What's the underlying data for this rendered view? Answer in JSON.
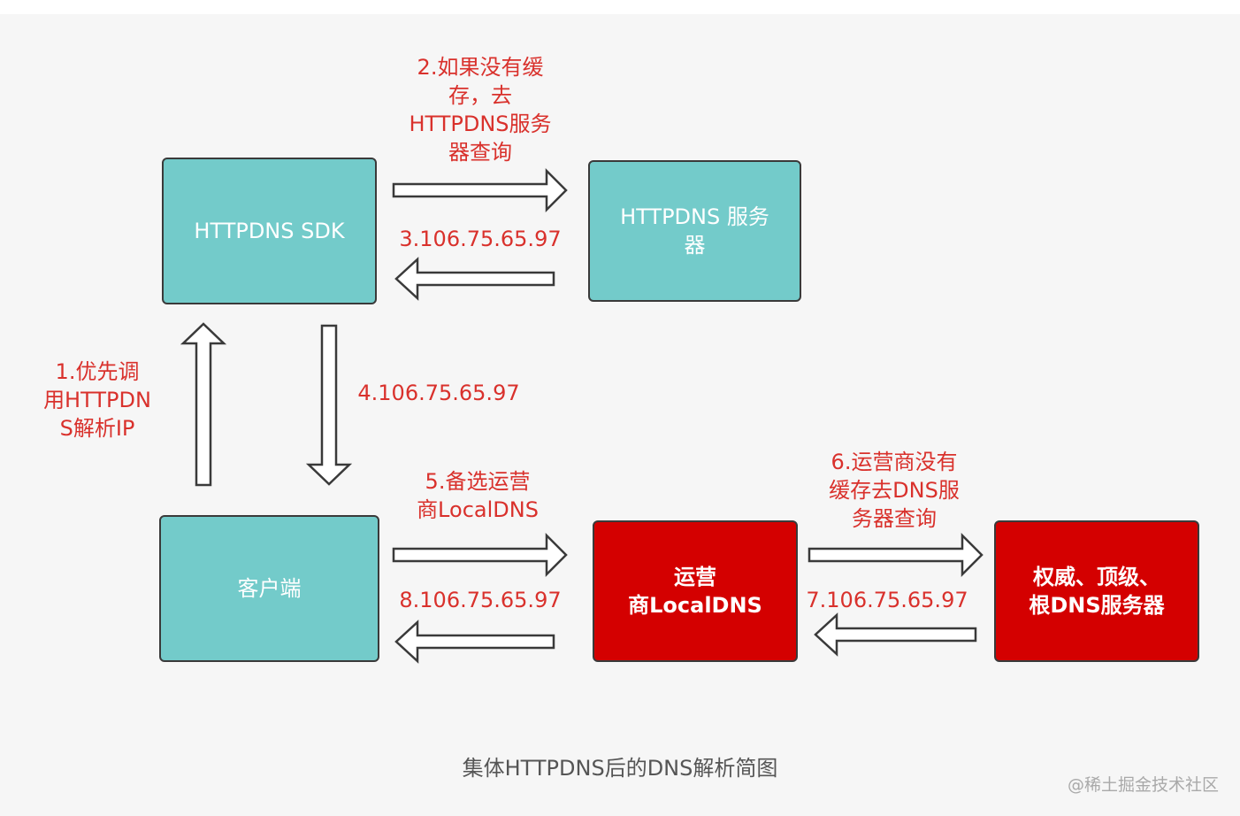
{
  "nodes": {
    "sdk": "HTTPDNS SDK",
    "server": "HTTPDNS 服务\n器",
    "client": "客户端",
    "localdns": "运营\n商LocalDNS",
    "authdns": "权威、顶级、\n根DNS服务器"
  },
  "steps": {
    "s1": "1.优先调\n用HTTPDN\nS解析IP",
    "s2": "2.如果没有缓\n存，去\nHTTPDNS服务\n器查询",
    "s3": "3.106.75.65.97",
    "s4": "4.106.75.65.97",
    "s5": "5.备选运营\n商LocalDNS",
    "s6": "6.运营商没有\n缓存去DNS服\n务器查询",
    "s7": "7.106.75.65.97",
    "s8": "8.106.75.65.97"
  },
  "caption": "集体HTTPDNS后的DNS解析简图",
  "watermark": "@稀土掘金技术社区",
  "colors": {
    "teal_box": "#73cbca",
    "red_box": "#d40000",
    "label_text": "#d9312c"
  }
}
